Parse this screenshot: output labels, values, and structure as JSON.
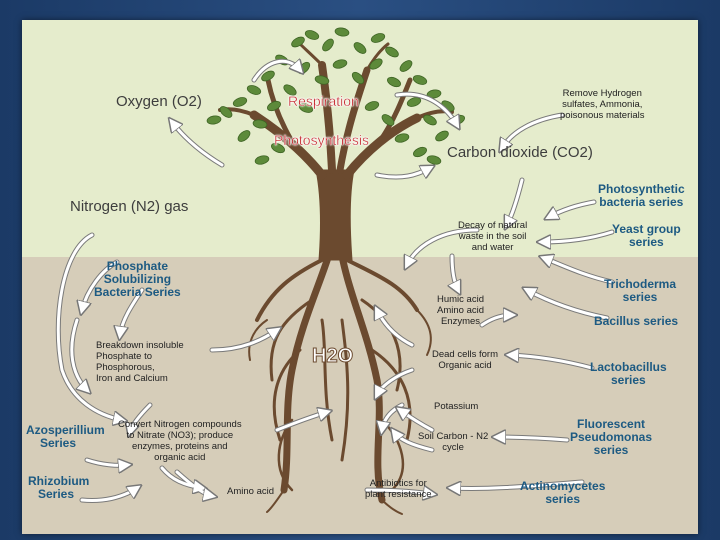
{
  "gases": {
    "oxygen": "Oxygen (O2)",
    "carbon_dioxide": "Carbon dioxide (CO2)",
    "nitrogen": "Nitrogen (N2) gas"
  },
  "processes": {
    "respiration": "Respiration",
    "photosynthesis": "Photosynthesis"
  },
  "water_label": "H2O",
  "notes": {
    "remove_hydrogen": [
      "Remove Hydrogen",
      "sulfates, Ammonia,",
      "poisonous materials"
    ],
    "decay": [
      "Decay of natural",
      "waste in the soil",
      "and water"
    ],
    "humic": [
      "Humic acid",
      "Amino acid",
      "Enzymes"
    ],
    "dead_cells": [
      "Dead cells form",
      "Organic acid"
    ],
    "potassium": "Potassium",
    "soil_carbon": [
      "Soil Carbon - N2",
      "cycle"
    ],
    "antibiotics": [
      "Antibiotics for",
      "plant resistance"
    ],
    "amino_acid": "Amino acid",
    "breakdown": [
      "Breakdown insoluble",
      "Phosphate to",
      "Phosphorous,",
      "Iron and Calcium"
    ],
    "convert_nitrogen": [
      "Convert Nitrogen compounds",
      "to Nitrate (NO3); produce",
      "enzymes, proteins and",
      "organic acid"
    ]
  },
  "organisms": {
    "photosynthetic": [
      "Photosynthetic",
      "bacteria series"
    ],
    "yeast": [
      "Yeast group",
      "series"
    ],
    "trichoderma": [
      "Trichoderma",
      "series"
    ],
    "bacillus": "Bacillus series",
    "lactobacillus": [
      "Lactobacillus",
      "series"
    ],
    "fluorescent": [
      "Fluorescent",
      "Pseudomonas",
      "series"
    ],
    "actinomycetes": [
      "Actinomycetes",
      "series"
    ],
    "phosphate": [
      "Phosphate",
      "Solubilizing",
      "Bacteria Series"
    ],
    "azosperillium": [
      "Azosperillium",
      "Series"
    ],
    "rhizobium": [
      "Rhizobium",
      "Series"
    ]
  }
}
